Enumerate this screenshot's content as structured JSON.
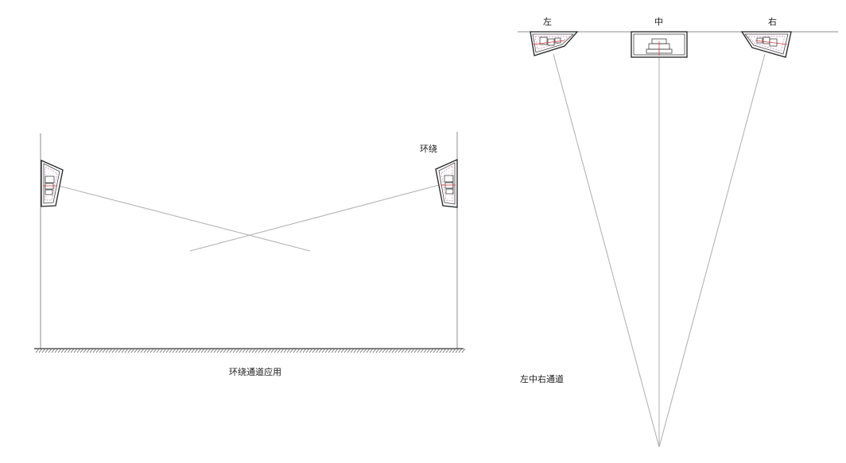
{
  "surround_view": {
    "speaker_label": "环绕",
    "caption": "环绕通道应用"
  },
  "front_view": {
    "labels": {
      "left": "左",
      "center": "中",
      "right": "右"
    },
    "caption": "左中右通道"
  },
  "colors": {
    "line": "#b4b4b4",
    "wall": "#8c8c8c",
    "speaker_outline": "#222222",
    "speaker_detail_pink": "#c47ab8",
    "speaker_detail_red": "#d23a3a"
  }
}
